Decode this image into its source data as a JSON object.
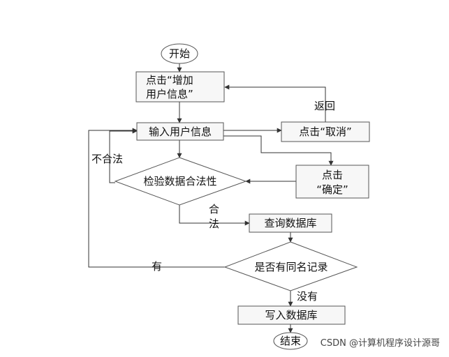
{
  "nodes": {
    "start": "开始",
    "click_add_line1": "点击“增加",
    "click_add_line2": "用户信息”",
    "input_info": "输入用户信息",
    "click_cancel": "点击“取消”",
    "click_confirm_line1": "点击",
    "click_confirm_line2": "“确定”",
    "validate": "检验数据合法性",
    "query_db": "查询数据库",
    "same_name": "是否有同名记录",
    "write_db": "写入数据库",
    "end": "结束"
  },
  "edges": {
    "back": "返回",
    "invalid": "不合法",
    "valid_line1": "合",
    "valid_line2": "法",
    "has": "有",
    "none": "没有"
  },
  "watermark": "CSDN @计算机程序设计源哥",
  "colors": {
    "stroke": "#555555",
    "text": "#111111",
    "background": "#ffffff"
  }
}
